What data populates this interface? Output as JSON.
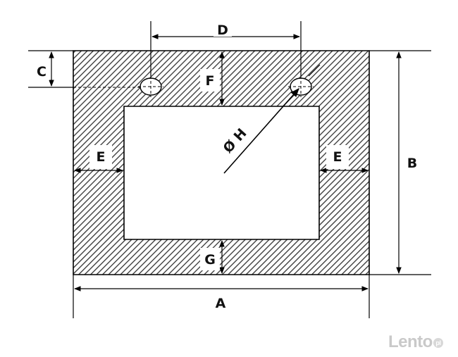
{
  "labels": {
    "a": "A",
    "b": "B",
    "c": "C",
    "d": "D",
    "e_left": "E",
    "e_right": "E",
    "f": "F",
    "g": "G",
    "h": "Ø H"
  },
  "watermark": {
    "text": "Lento",
    "badge": "pl"
  },
  "colors": {
    "hatch": "#333333",
    "line": "#000000",
    "label_box": "#ffffff"
  }
}
